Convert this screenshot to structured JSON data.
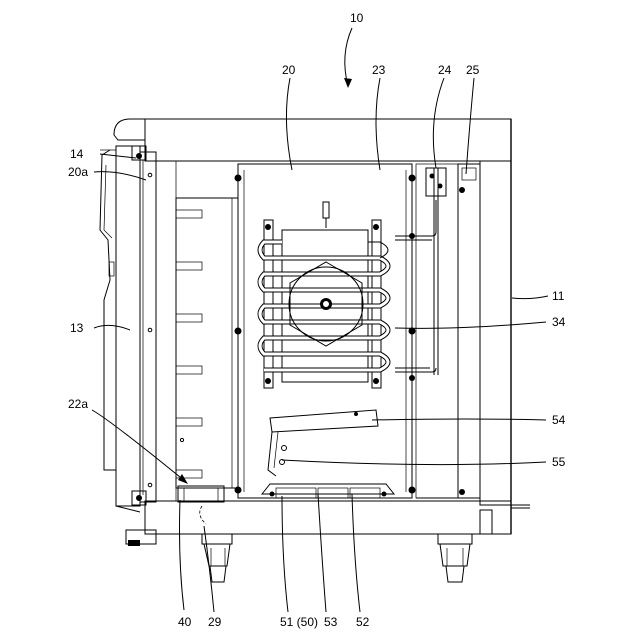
{
  "labels": {
    "ref_10": "10",
    "ref_20": "20",
    "ref_23": "23",
    "ref_24": "24",
    "ref_25": "25",
    "ref_14": "14",
    "ref_20a": "20a",
    "ref_11": "11",
    "ref_13": "13",
    "ref_34": "34",
    "ref_22a": "22a",
    "ref_54": "54",
    "ref_55": "55",
    "ref_40": "40",
    "ref_29": "29",
    "ref_51_50": "51 (50)",
    "ref_53": "53",
    "ref_52": "52"
  }
}
